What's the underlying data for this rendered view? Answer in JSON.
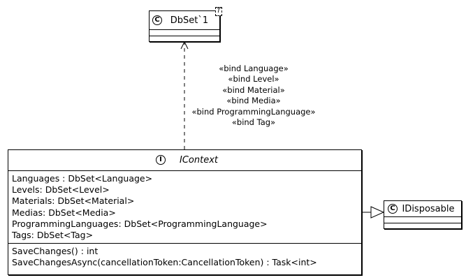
{
  "dbset": {
    "stereotype": "C",
    "name": "DbSet`1",
    "type_param": "T"
  },
  "icontext": {
    "stereotype": "I",
    "name": "IContext",
    "fields": [
      "Languages : DbSet<Language>",
      "Levels: DbSet<Level>",
      "Materials: DbSet<Material>",
      "Medias: DbSet<Media>",
      "ProgrammingLanguages: DbSet<ProgrammingLanguage>",
      "Tags: DbSet<Tag>"
    ],
    "methods": [
      "SaveChanges() : int",
      "SaveChangesAsync(cancellationToken:CancellationToken) : Task<int>"
    ]
  },
  "idisposable": {
    "stereotype": "C",
    "name": "IDisposable"
  },
  "bind_labels": [
    "«bind Language»",
    "«bind Level»",
    "«bind Material»",
    "«bind Media»",
    "«bind ProgrammingLanguage»",
    "«bind Tag»"
  ]
}
